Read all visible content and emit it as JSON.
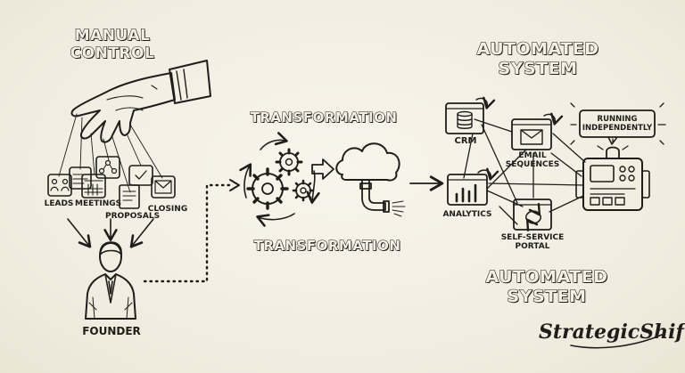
{
  "left": {
    "heading_line1": "MANUAL",
    "heading_line2": "CONTROL",
    "tasks": [
      "LEADS",
      "MEETINGS",
      "PROPOSALS",
      "CLOSING"
    ],
    "founder_label": "FOUNDER"
  },
  "middle": {
    "top_label": "TRANSFORMATION",
    "bottom_label": "TRANSFORMATION"
  },
  "right": {
    "heading_top_line1": "AUTOMATED",
    "heading_top_line2": "SYSTEM",
    "heading_bottom_line1": "AUTOMATED",
    "heading_bottom_line2": "SYSTEM",
    "crm": "CRM",
    "email_line1": "EMAIL",
    "email_line2": "SEQUENCES",
    "analytics": "ANALYTICS",
    "portal_line1": "SELF-SERVICE",
    "portal_line2": "PORTAL",
    "status_line1": "RUNNING",
    "status_line2": "INDEPENDENTLY"
  },
  "brand": "StrategicShift",
  "colors": {
    "ink": "#1f1d1a",
    "paper": "#f3efe3"
  }
}
